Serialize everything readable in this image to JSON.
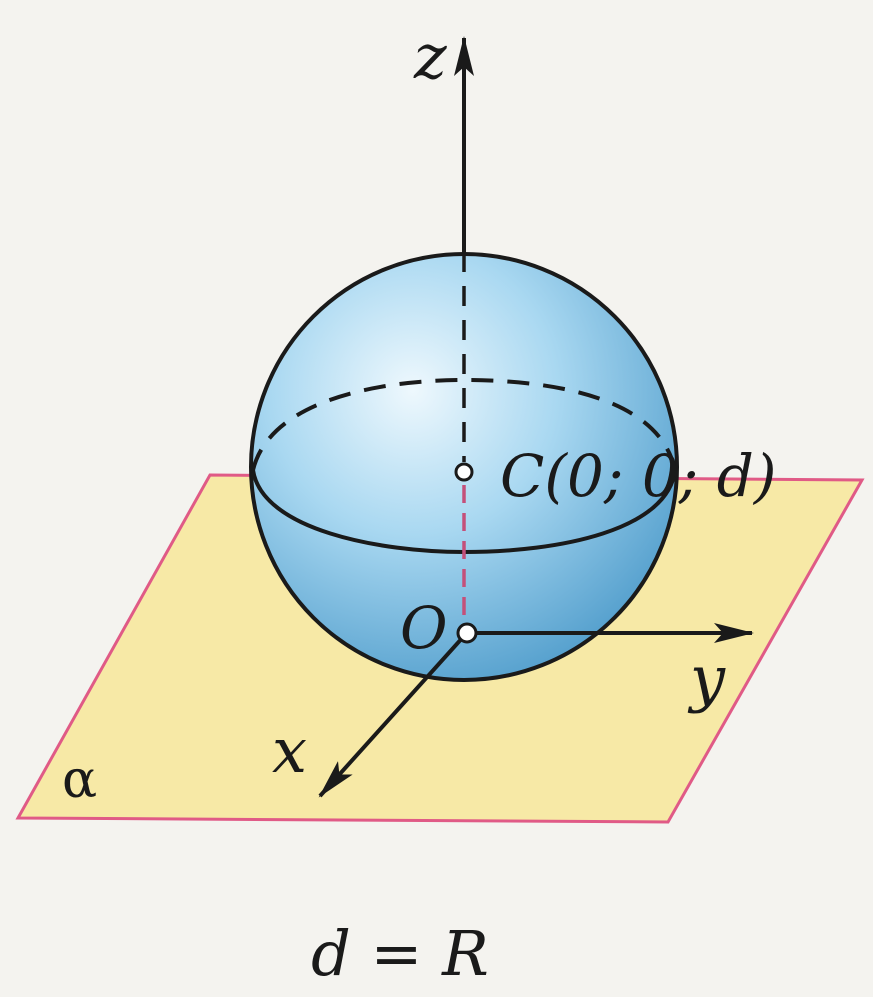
{
  "diagram": {
    "axes": {
      "z": "z",
      "y": "y",
      "x": "x"
    },
    "origin_label": "O",
    "center_label": "C(0; 0; d)",
    "plane_label": "α",
    "caption": "d = R",
    "colors": {
      "plane_fill": "#f7e9a6",
      "plane_edge": "#e05a86",
      "sphere_light": "#e4f3fb",
      "sphere_mid": "#9fd2ee",
      "sphere_dark": "#4d9cc9",
      "ink": "#1a1a1a",
      "dashed_pink": "#c4507a"
    }
  }
}
